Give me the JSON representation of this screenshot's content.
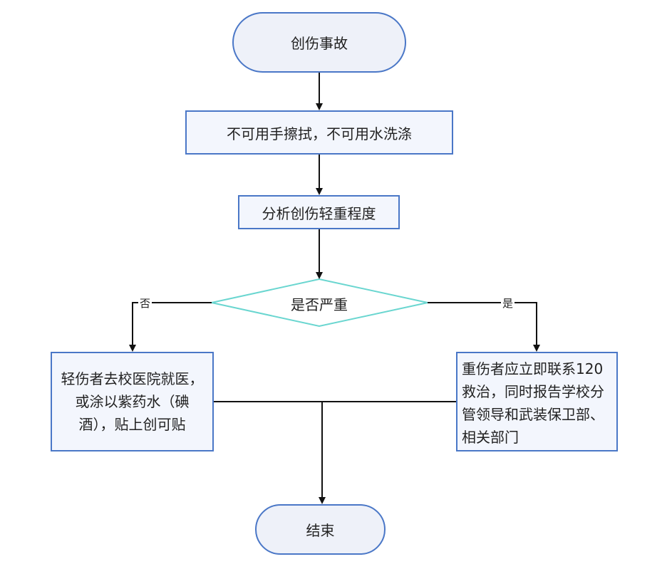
{
  "flowchart": {
    "start": "创伤事故",
    "step1": "不可用手擦拭，不可用水洗涤",
    "step2": "分析创伤轻重程度",
    "decision": "是否严重",
    "no_label": "否",
    "yes_label": "是",
    "no_branch": "轻伤者去校医院就医，或涂以紫药水（碘酒），贴上创可贴",
    "yes_branch": "重伤者应立即联系120救治，同时报告学校分管领导和武装保卫部、相关部门",
    "end": "结束"
  },
  "colors": {
    "box_border": "#4a77c7",
    "box_fill": "#f3f6fd",
    "terminal_fill": "#eef1f9",
    "diamond_border": "#6ad6d0",
    "diamond_fill": "#ffffff",
    "edge": "#111111"
  }
}
